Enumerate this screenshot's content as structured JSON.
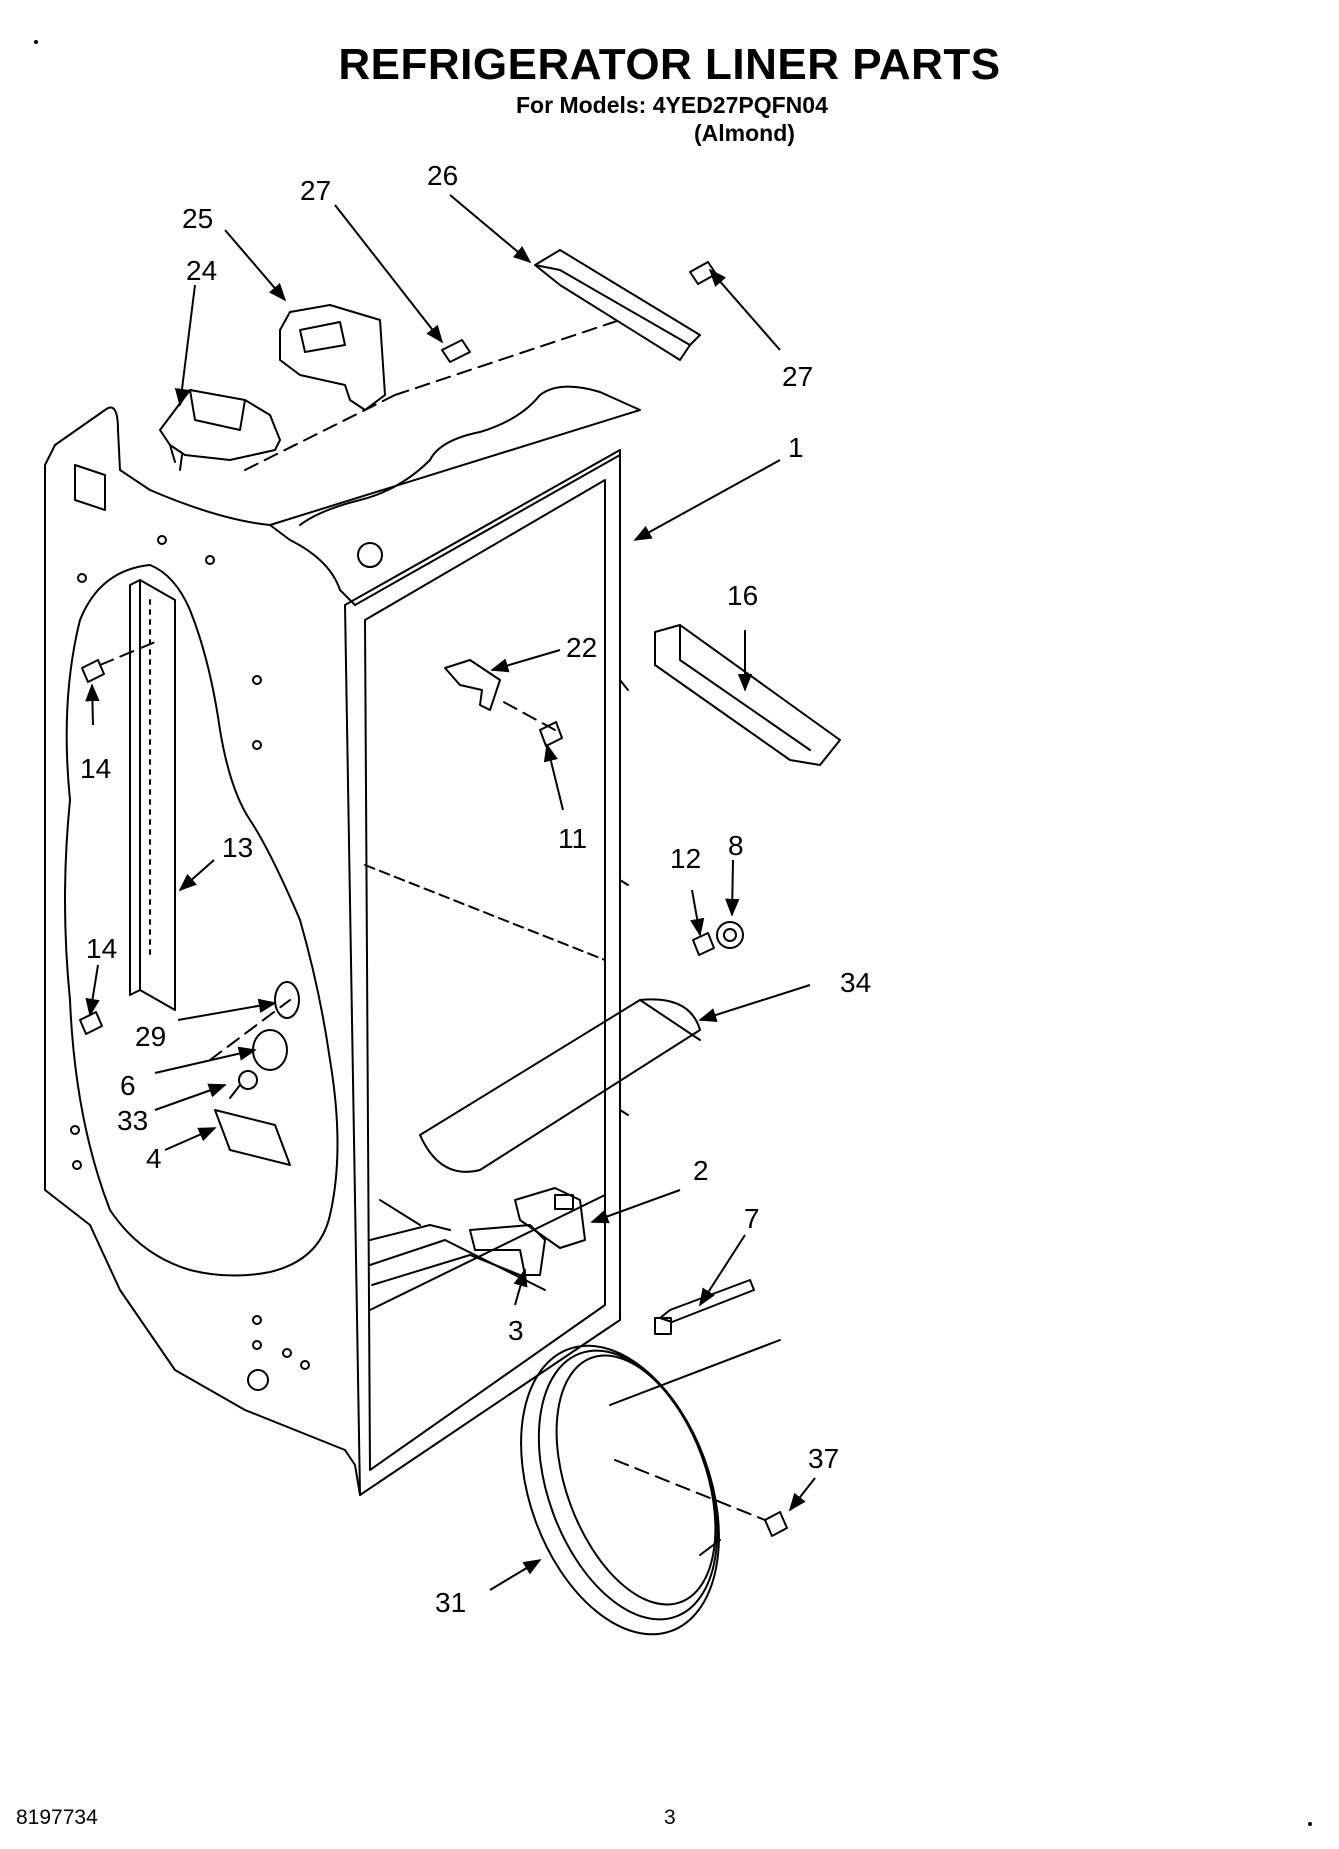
{
  "header": {
    "title": "REFRIGERATOR LINER PARTS",
    "models_line": "For Models: 4YED27PQFN04",
    "variant": "(Almond)"
  },
  "footer": {
    "doc_number": "8197734",
    "page_number": "3"
  },
  "callouts": {
    "c27a": "27",
    "c26": "26",
    "c25": "25",
    "c24": "24",
    "c27b": "27",
    "c1": "1",
    "c16": "16",
    "c22": "22",
    "c14a": "14",
    "c11": "11",
    "c12": "12",
    "c8": "8",
    "c13": "13",
    "c14b": "14",
    "c34": "34",
    "c29": "29",
    "c6": "6",
    "c33": "33",
    "c4": "4",
    "c2": "2",
    "c7": "7",
    "c3": "3",
    "c37": "37",
    "c31": "31"
  }
}
